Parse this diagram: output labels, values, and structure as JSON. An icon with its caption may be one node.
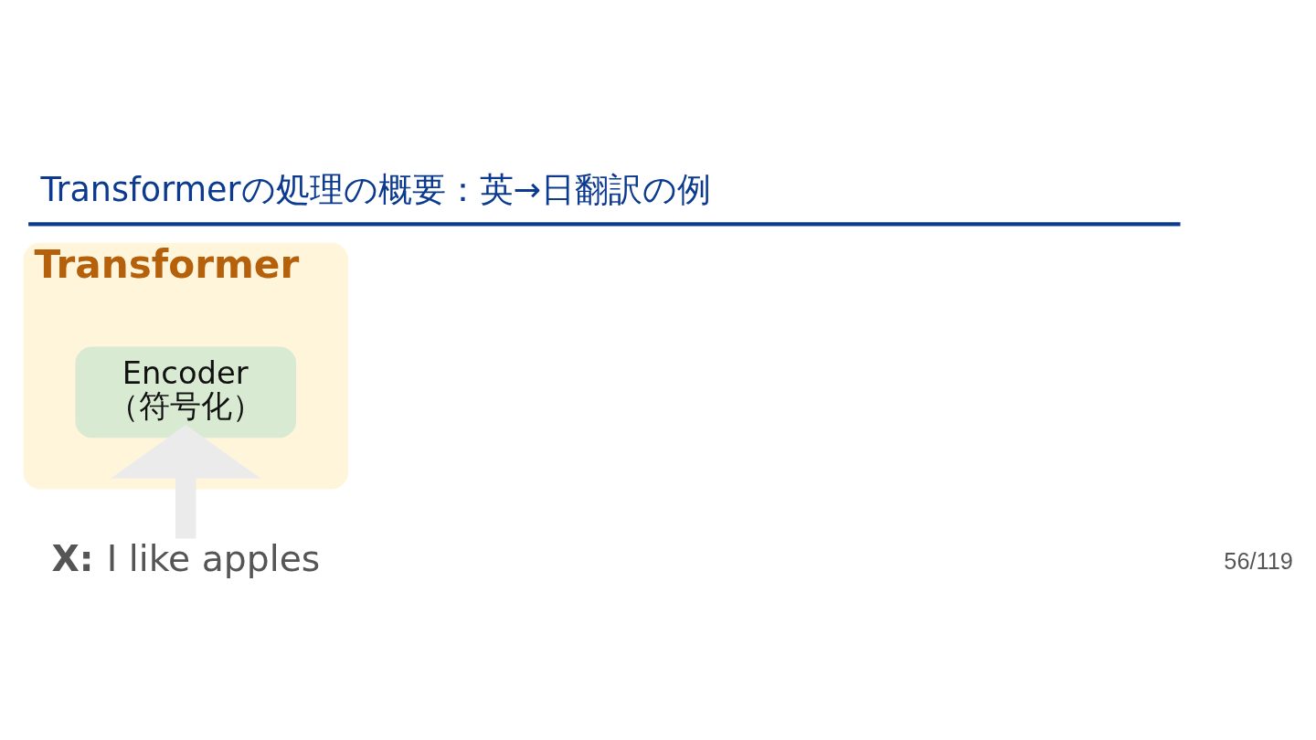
{
  "diagram": {
    "title": "Transformerの処理の概要：英→日翻訳の例",
    "nodes": [
      {
        "text": [
          "Transformer"
        ]
      },
      {
        "text": [
          "Encoder",
          "（符号化）"
        ],
        "in": 0
      },
      {
        "text": [
          "**X:** I like apples"
        ]
      }
    ],
    "edges": [
      {
        "from": 2,
        "to": 1,
        "arrow": "to",
        "color": "#ebebeb"
      }
    ],
    "labels": [
      "56/119"
    ]
  }
}
